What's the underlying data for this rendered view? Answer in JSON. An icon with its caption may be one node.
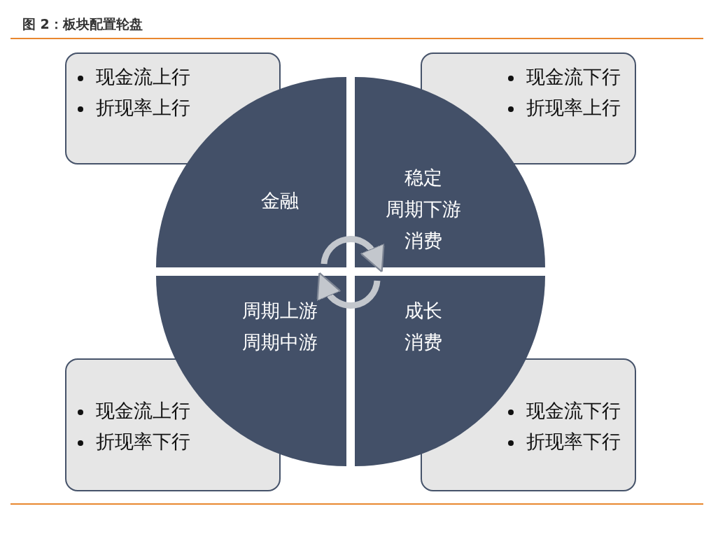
{
  "diagram": {
    "title": "图 2：板块配置轮盘",
    "nodes": [
      {
        "text": [
          "现金流上行",
          "折现率上行"
        ]
      },
      {
        "text": [
          "现金流下行",
          "折现率上行"
        ]
      },
      {
        "text": [
          "金融"
        ]
      },
      {
        "text": [
          "稳定",
          "周期下游",
          "消费"
        ]
      },
      {
        "text": [
          "周期上游",
          "周期中游"
        ]
      },
      {
        "text": [
          "成长",
          "消费"
        ]
      },
      {
        "text": [
          "现金流上行",
          "折现率下行"
        ]
      },
      {
        "text": [
          "现金流下行",
          "折现率下行"
        ]
      }
    ],
    "edges": [
      {
        "from": 2,
        "to": 3,
        "arrow": "to"
      },
      {
        "from": 5,
        "to": 4,
        "arrow": "to"
      }
    ]
  }
}
